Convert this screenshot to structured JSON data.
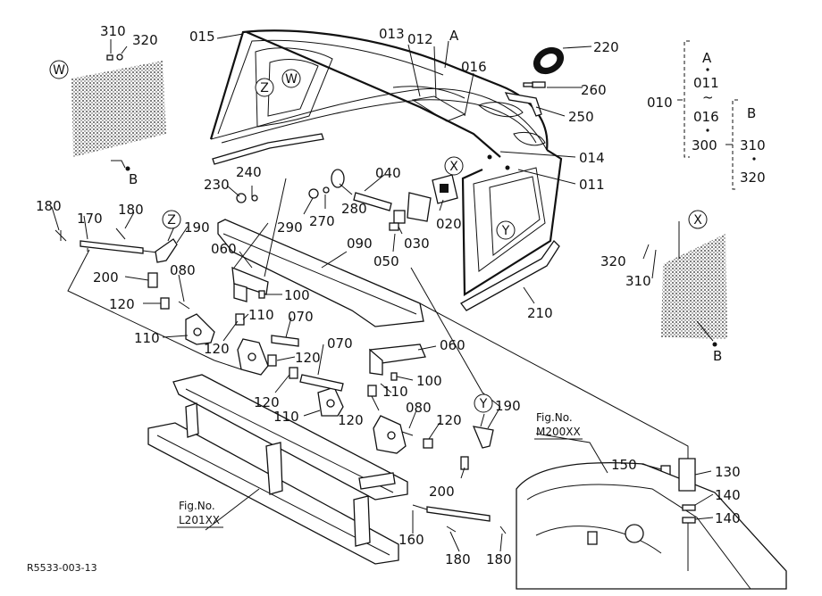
{
  "parts": [
    {
      "id": "p310a",
      "label": "310"
    },
    {
      "id": "p320a",
      "label": "320"
    },
    {
      "id": "p015",
      "label": "015"
    },
    {
      "id": "p013",
      "label": "013"
    },
    {
      "id": "p012",
      "label": "012"
    },
    {
      "id": "pA",
      "label": "A"
    },
    {
      "id": "p220",
      "label": "220"
    },
    {
      "id": "p016",
      "label": "016"
    },
    {
      "id": "p260",
      "label": "260"
    },
    {
      "id": "p250",
      "label": "250"
    },
    {
      "id": "p014",
      "label": "014"
    },
    {
      "id": "p011",
      "label": "011"
    },
    {
      "id": "p240",
      "label": "240"
    },
    {
      "id": "p230",
      "label": "230"
    },
    {
      "id": "p040",
      "label": "040"
    },
    {
      "id": "p290",
      "label": "290"
    },
    {
      "id": "p270",
      "label": "270"
    },
    {
      "id": "p280",
      "label": "280"
    },
    {
      "id": "p020",
      "label": "020"
    },
    {
      "id": "p030",
      "label": "030"
    },
    {
      "id": "p050",
      "label": "050"
    },
    {
      "id": "p180a",
      "label": "180"
    },
    {
      "id": "p170",
      "label": "170"
    },
    {
      "id": "p180b",
      "label": "180"
    },
    {
      "id": "p190a",
      "label": "190"
    },
    {
      "id": "p060a",
      "label": "060"
    },
    {
      "id": "p090",
      "label": "090"
    },
    {
      "id": "p200a",
      "label": "200"
    },
    {
      "id": "p080a",
      "label": "080"
    },
    {
      "id": "p100a",
      "label": "100"
    },
    {
      "id": "p120a",
      "label": "120"
    },
    {
      "id": "p110a",
      "label": "110"
    },
    {
      "id": "p070a",
      "label": "070"
    },
    {
      "id": "p110b",
      "label": "110"
    },
    {
      "id": "p120b",
      "label": "120"
    },
    {
      "id": "p120c",
      "label": "120"
    },
    {
      "id": "p070b",
      "label": "070"
    },
    {
      "id": "p060b",
      "label": "060"
    },
    {
      "id": "p100b",
      "label": "100"
    },
    {
      "id": "p120d",
      "label": "120"
    },
    {
      "id": "p110c",
      "label": "110"
    },
    {
      "id": "p110d",
      "label": "110"
    },
    {
      "id": "p120e",
      "label": "120"
    },
    {
      "id": "p080b",
      "label": "080"
    },
    {
      "id": "p120f",
      "label": "120"
    },
    {
      "id": "p190b",
      "label": "190"
    },
    {
      "id": "p210",
      "label": "210"
    },
    {
      "id": "p320b",
      "label": "320"
    },
    {
      "id": "p310b",
      "label": "310"
    },
    {
      "id": "pB1",
      "label": "B"
    },
    {
      "id": "pB2",
      "label": "B"
    },
    {
      "id": "p150",
      "label": "150"
    },
    {
      "id": "p130",
      "label": "130"
    },
    {
      "id": "p140a",
      "label": "140"
    },
    {
      "id": "p140b",
      "label": "140"
    },
    {
      "id": "p200b",
      "label": "200"
    },
    {
      "id": "p160",
      "label": "160"
    },
    {
      "id": "p180c",
      "label": "180"
    },
    {
      "id": "p180d",
      "label": "180"
    }
  ],
  "callouts": {
    "W1": "W",
    "W2": "W",
    "Z1": "Z",
    "Z2": "Z",
    "X1": "X",
    "X2": "X",
    "Y1": "Y",
    "Y2": "Y"
  },
  "assembly": {
    "main": "010",
    "groupA_head": "A",
    "groupA_items": [
      "011",
      "~",
      "016",
      "300"
    ],
    "groupB_head": "B",
    "groupB_items": [
      "310",
      "320"
    ]
  },
  "figrefs": {
    "left_title": "Fig.No.",
    "left_code": "L201XX",
    "right_title": "Fig.No.",
    "right_code": "M200XX"
  },
  "drawing_code": "R5533-003-13"
}
